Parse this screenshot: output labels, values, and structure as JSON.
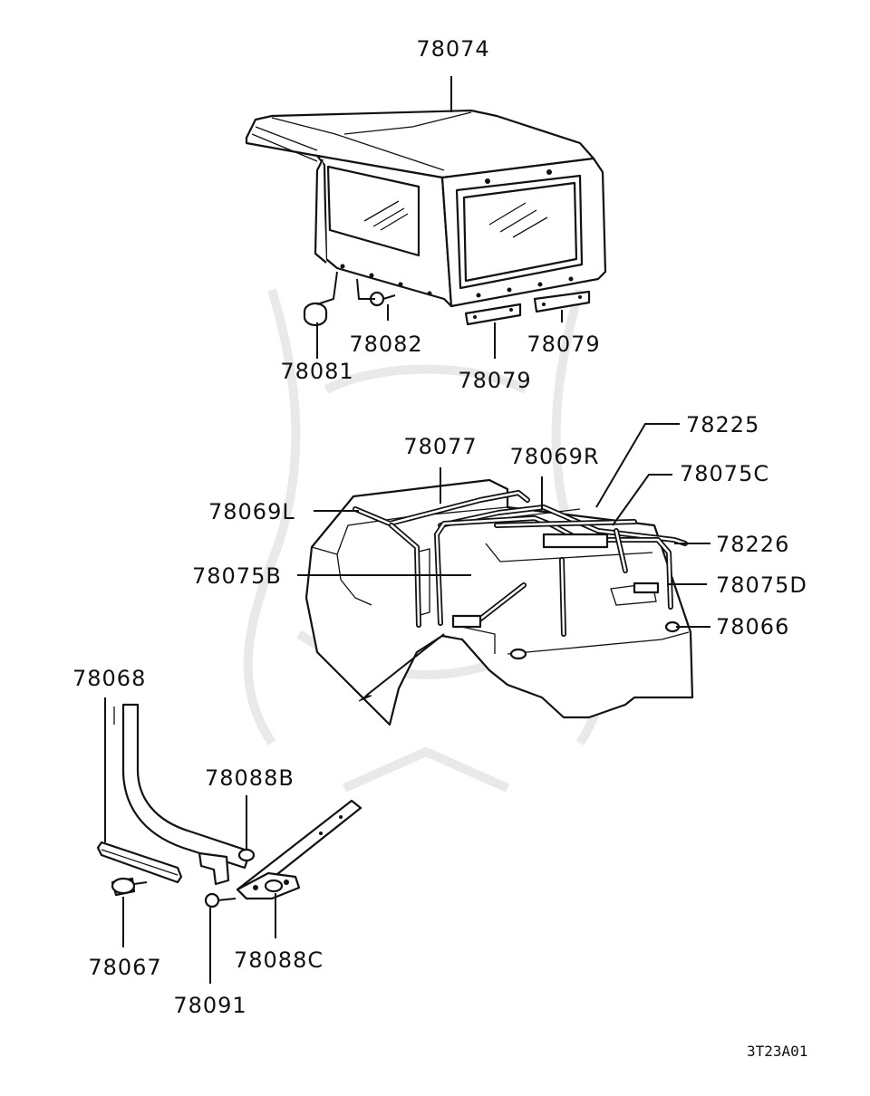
{
  "labels": {
    "p78074": "78074",
    "p78081": "78081",
    "p78082": "78082",
    "p78079a": "78079",
    "p78079b": "78079",
    "p78225": "78225",
    "p78077": "78077",
    "p78069R": "78069R",
    "p78075C": "78075C",
    "p78069L": "78069L",
    "p78226": "78226",
    "p78075B": "78075B",
    "p78075D": "78075D",
    "p78066": "78066",
    "p78068": "78068",
    "p78088B": "78088B",
    "p78067": "78067",
    "p78088C": "78088C",
    "p78091": "78091"
  },
  "diagram_code": "3T23A01"
}
